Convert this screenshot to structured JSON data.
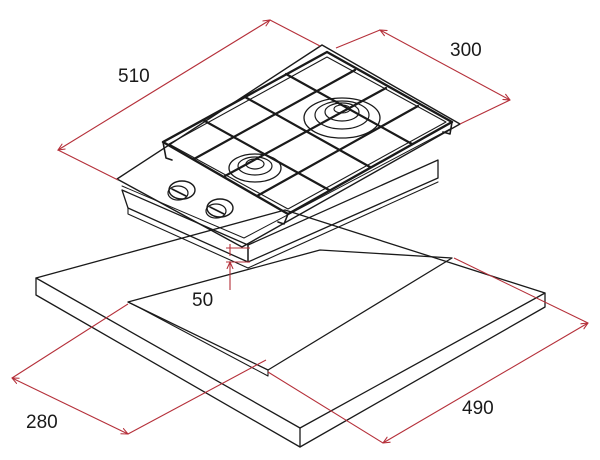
{
  "dimensions": {
    "width_mm": "510",
    "depth_mm": "300",
    "height_mm": "50",
    "cutout_depth_mm": "280",
    "cutout_width_mm": "490"
  },
  "colors": {
    "line": "#1a1a1a",
    "dimension": "#b5303a",
    "background": "#ffffff"
  },
  "icons": [
    "dimension-arrow-icon"
  ]
}
